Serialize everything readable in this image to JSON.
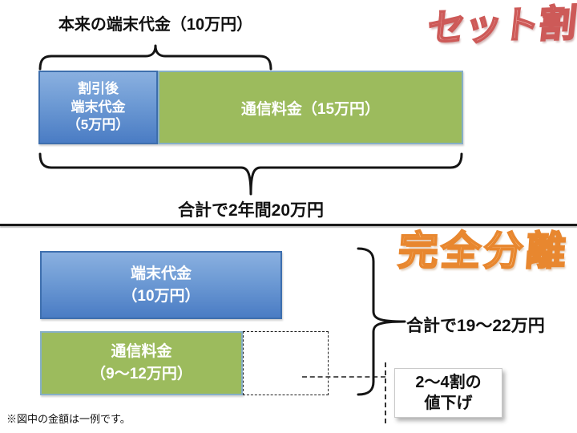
{
  "slide": {
    "footnote": "※図中の金額は一例です。",
    "colors": {
      "blue_gradient_top": "#8ab0e0",
      "blue_gradient_bottom": "#4a7cc4",
      "green_fill": "#9cbb5d",
      "set_logo_fill": "#f2b3b1",
      "set_logo_outline": "#cd5a58",
      "separation_logo_fill": "#fbd3a0",
      "separation_logo_outline": "#e8872f"
    }
  },
  "set_discount_section": {
    "logo_text": "セット割",
    "original_price_label": "本来の端末代金（10万円）",
    "discounted_device_box": {
      "line1": "割引後",
      "line2": "端末代金",
      "line3": "（5万円）"
    },
    "telecom_fee_box": {
      "label": "通信料金（15万円）"
    },
    "total_label": "合計で2年間20万円"
  },
  "separation_section": {
    "logo_text": "完全分離",
    "device_box": {
      "line1": "端末代金",
      "line2": "（10万円）"
    },
    "telecom_fee_box": {
      "line1": "通信料金",
      "line2": "（9～12万円）"
    },
    "total_label": "合計で19～22万円",
    "discount_note": {
      "line1": "2～4割の",
      "line2": "値下げ"
    }
  }
}
